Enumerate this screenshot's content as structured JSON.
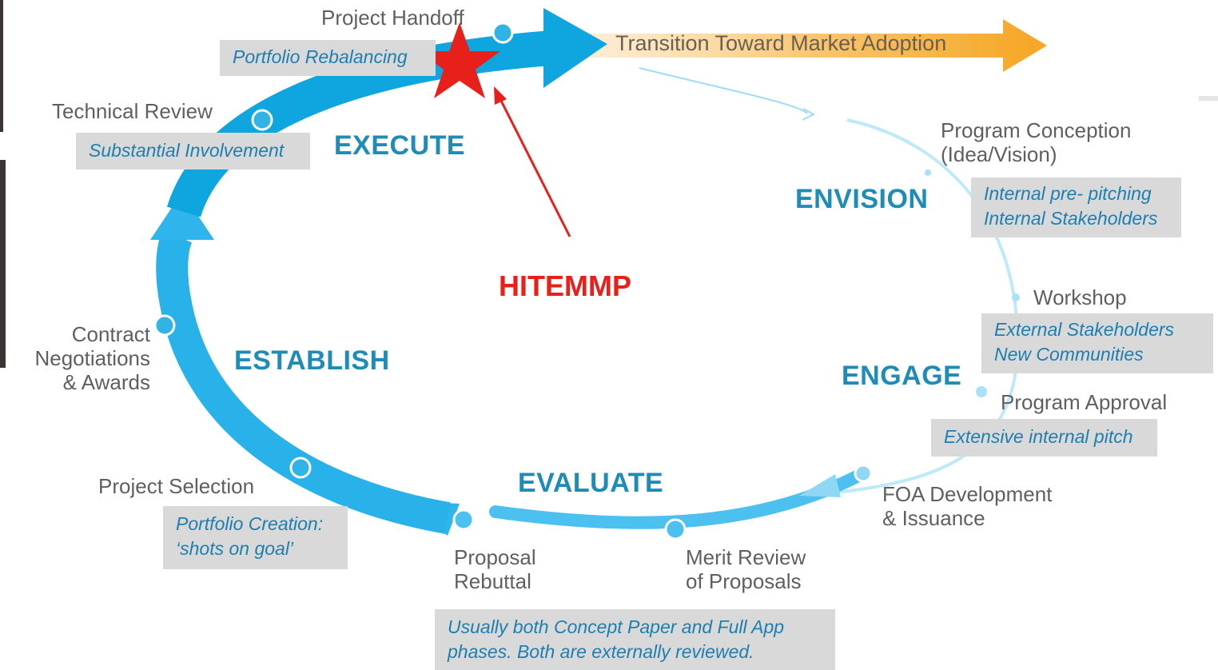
{
  "transition_arrow": {
    "label": "Transition Toward Market Adoption"
  },
  "phases": {
    "execute": "EXECUTE",
    "envision": "ENVISION",
    "engage": "ENGAGE",
    "evaluate": "EVALUATE",
    "establish": "ESTABLISH"
  },
  "stages": {
    "project_handoff": "Project Handoff",
    "technical_review": "Technical Review",
    "program_conception": [
      "Program Conception",
      "(Idea/Vision)"
    ],
    "workshop": "Workshop",
    "program_approval": "Program Approval",
    "foa_development": [
      "FOA Development",
      "& Issuance"
    ],
    "merit_review": [
      "Merit Review",
      "of Proposals"
    ],
    "proposal_rebuttal": [
      "Proposal",
      "Rebuttal"
    ],
    "project_selection": "Project Selection",
    "contract_negotiations": [
      "Contract",
      "Negotiations",
      "& Awards"
    ]
  },
  "notes": {
    "portfolio_rebalancing": "Portfolio Rebalancing",
    "substantial_involvement": "Substantial Involvement",
    "internal_prepitching": [
      "Internal pre- pitching",
      "Internal Stakeholders"
    ],
    "external_stakeholders": [
      "External Stakeholders",
      "New Communities"
    ],
    "extensive_internal_pitch": "Extensive internal pitch",
    "portfolio_creation": [
      "Portfolio Creation:",
      "‘shots on goal’"
    ],
    "concept_paper": [
      "Usually both Concept Paper and Full App",
      "phases.  Both are externally reviewed."
    ]
  },
  "callout": {
    "label": "HITEMMP",
    "marker": "star-icon"
  },
  "colors": {
    "cycle_blue": "#0fa6e0",
    "cycle_light": "#7fd3f2",
    "phase_text": "#1e8cb6",
    "note_bg": "#d9d9d9",
    "note_text": "#1d7fb0",
    "callout_red": "#e8201b",
    "transition_orange": "#f5b13a"
  }
}
